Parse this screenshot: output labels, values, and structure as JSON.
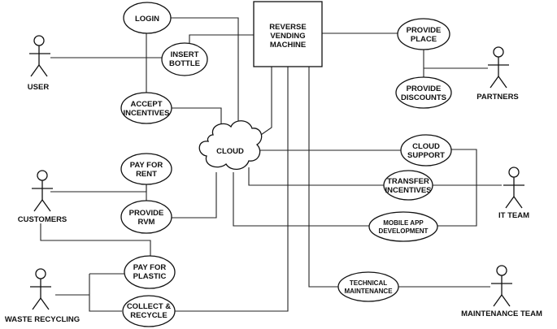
{
  "system": {
    "label_lines": [
      "REVERSE",
      "VENDING",
      "MACHINE"
    ]
  },
  "cloud": {
    "label": "CLOUD"
  },
  "actors": {
    "user": "USER",
    "customers": "CUSTOMERS",
    "waste_recycling": "WASTE RECYCLING",
    "partners": "PARTNERS",
    "it_team": "IT TEAM",
    "maintenance_team": "MAINTENANCE TEAM"
  },
  "use_cases": {
    "login": [
      "LOGIN"
    ],
    "insert_bottle": [
      "INSERT",
      "BOTTLE"
    ],
    "accept_incentives": [
      "ACCEPT",
      "INCENTIVES"
    ],
    "pay_for_rent": [
      "PAY FOR",
      "RENT"
    ],
    "provide_rvm": [
      "PROVIDE",
      "RVM"
    ],
    "pay_for_plastic": [
      "PAY FOR",
      "PLASTIC"
    ],
    "collect_recycle": [
      "COLLECT &",
      "RECYCLE"
    ],
    "provide_place": [
      "PROVIDE",
      "PLACE"
    ],
    "provide_discounts": [
      "PROVIDE",
      "DISCOUNTS"
    ],
    "cloud_support": [
      "CLOUD",
      "SUPPORT"
    ],
    "transfer_incentives": [
      "TRANSFER",
      "INCENTIVES"
    ],
    "mobile_app_development": [
      "MOBILE APP",
      "DEVELOPMENT"
    ],
    "technical_maintenance": [
      "TECHNICAL",
      "MAINTENANCE"
    ]
  }
}
